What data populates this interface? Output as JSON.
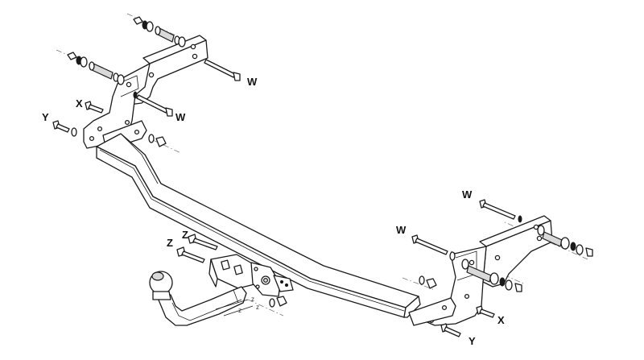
{
  "labels": {
    "w": "W",
    "x": "X",
    "y": "Y",
    "z": "Z",
    "z_small": "z"
  }
}
